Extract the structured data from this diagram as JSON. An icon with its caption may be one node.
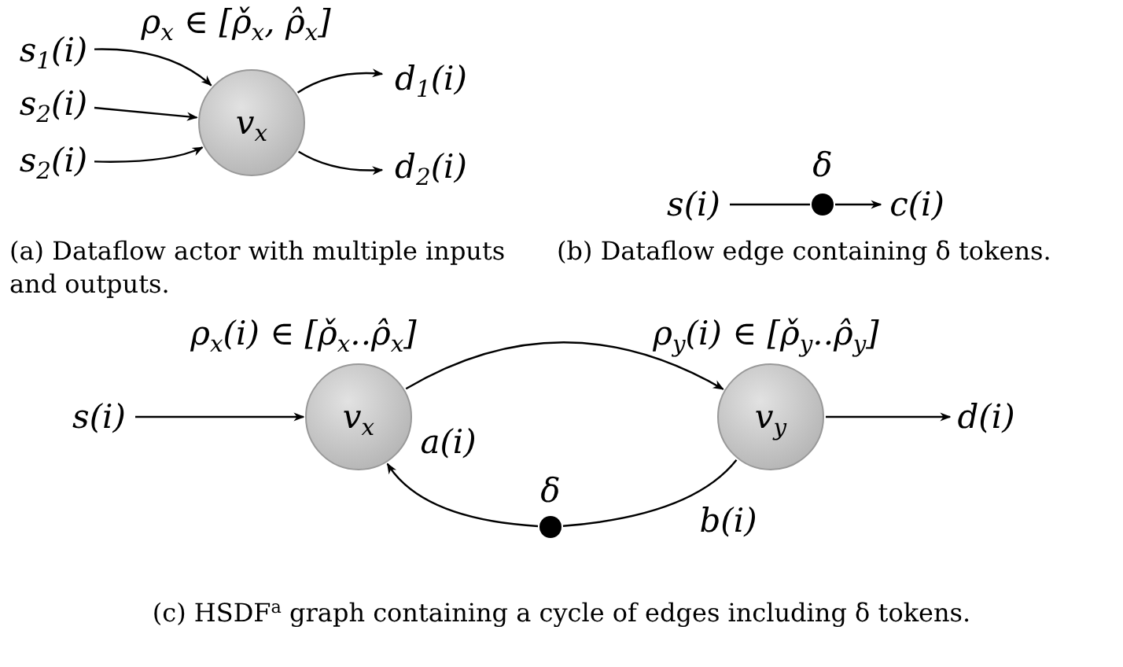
{
  "diagram": {
    "nodes": [
      {
        "text": [
          "s$_{1}$(i)"
        ]
      },
      {
        "text": [
          "s$_{2}$(i)"
        ]
      },
      {
        "text": [
          "s$_{2}$(i)"
        ]
      },
      {
        "text": [
          "v$_{x}$"
        ]
      },
      {
        "text": [
          "d$_{1}$(i)"
        ]
      },
      {
        "text": [
          "d$_{2}$(i)"
        ]
      },
      {
        "text": [
          "s(i)"
        ]
      },
      {
        "text": [],
        "shape": "circle",
        "beside": [
          "δ"
        ]
      },
      {
        "text": [
          "c(i)"
        ]
      },
      {
        "text": [
          "s(i)"
        ]
      },
      {
        "text": [
          "v$_{x}$"
        ],
        "beside": [
          "ρ$_{x}$(i) ∈ [ρ̌$_{x}$..ρ̂$_{x}$]"
        ]
      },
      {
        "text": [
          "v$_{y}$"
        ],
        "beside": [
          "ρ$_{y}$(i) ∈ [ρ̌$_{y}$..ρ̂$_{y}$]"
        ]
      },
      {
        "text": [
          "d(i)"
        ]
      },
      {
        "text": [],
        "shape": "circle",
        "beside": [
          "δ"
        ]
      }
    ],
    "edges": [
      {
        "from": 0,
        "to": 3,
        "arrow": "to",
        "label": "ρ$_{x}$ ∈ [ρ̌$_{x}$, ρ̂$_{x}$]"
      },
      {
        "from": 1,
        "to": 3,
        "arrow": "to"
      },
      {
        "from": 2,
        "to": 3,
        "arrow": "to"
      },
      {
        "from": 3,
        "to": 4,
        "arrow": "to"
      },
      {
        "from": 3,
        "to": 5,
        "arrow": "to"
      },
      {
        "from": 6,
        "to": 7,
        "arrow": "none"
      },
      {
        "from": 7,
        "to": 8,
        "arrow": "to"
      },
      {
        "from": 9,
        "to": 10,
        "arrow": "to"
      },
      {
        "from": 10,
        "to": 11,
        "arrow": "to",
        "label": "a(i)"
      },
      {
        "from": 11,
        "to": 12,
        "arrow": "to"
      },
      {
        "from": 11,
        "to": 13,
        "arrow": "none",
        "label": "b(i)"
      },
      {
        "from": 13,
        "to": 10,
        "arrow": "to"
      }
    ],
    "labels": [
      "(a) Dataflow actor with multiple inputs and outputs.",
      "(b) Dataflow edge containing δ tokens.",
      "(c) HSDF$^{a}$ graph containing a cycle of edges including δ tokens."
    ]
  }
}
